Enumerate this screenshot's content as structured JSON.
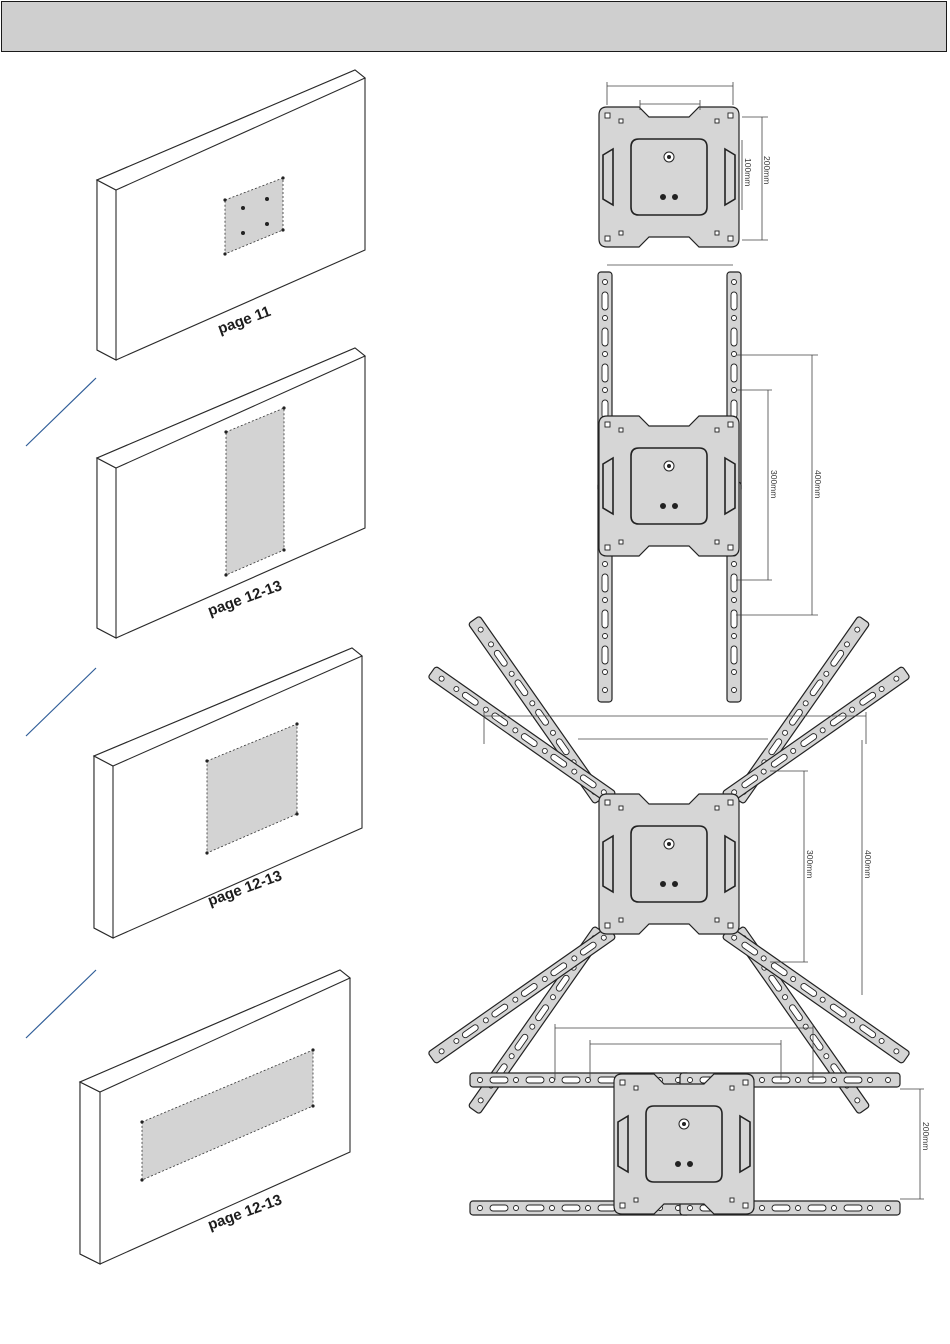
{
  "header": {
    "title": ""
  },
  "tv_options": [
    {
      "page_label": "page 11"
    },
    {
      "page_label": "page 12-13"
    },
    {
      "page_label": "page 12-13"
    },
    {
      "page_label": "page 12-13"
    }
  ],
  "dimensions": {
    "d1_vertical_outer": "200mm",
    "d1_vertical_inner": "100mm",
    "d2_inner": "300mm",
    "d2_outer": "400mm",
    "d3_inner": "300mm",
    "d3_outer": "400mm",
    "d4_vertical": "200mm"
  },
  "colors": {
    "header_bar": "#cfcfcf",
    "plate": "#d6d6d6",
    "connector_line": "#2f5d98"
  }
}
